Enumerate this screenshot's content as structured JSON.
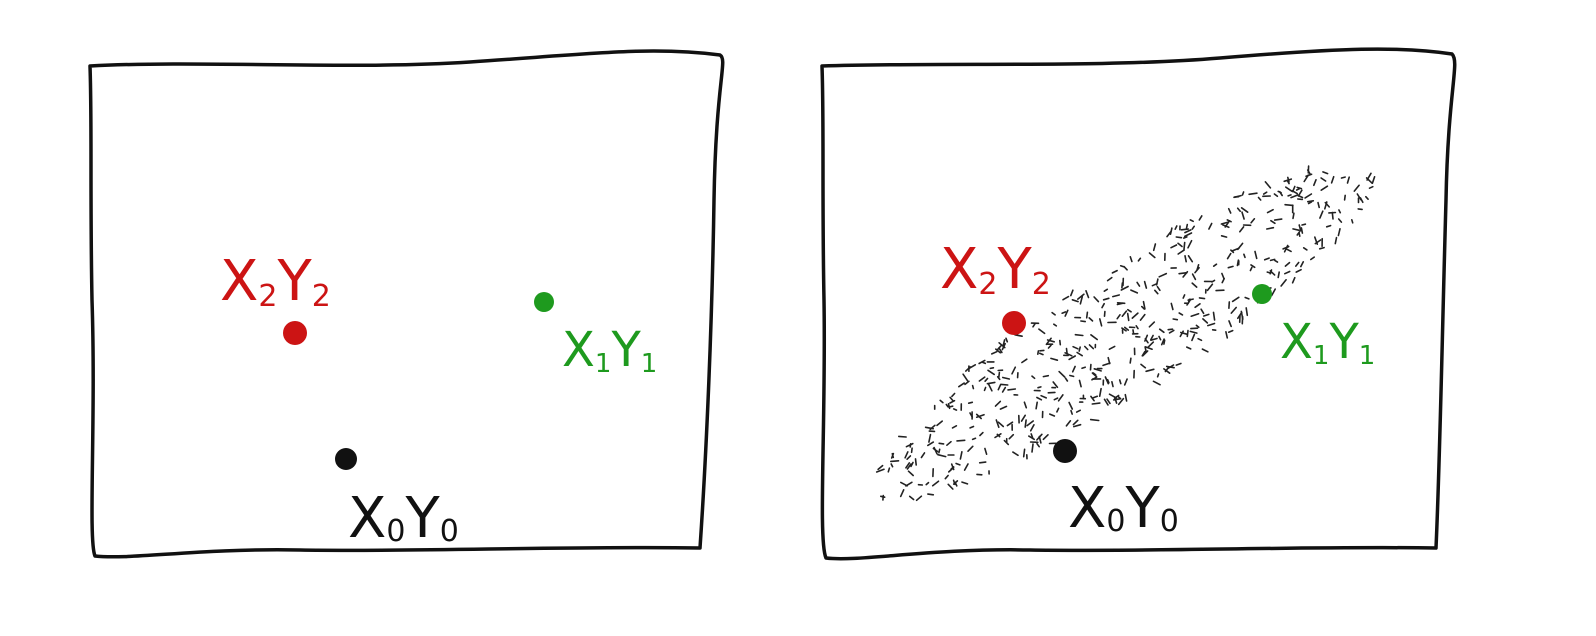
{
  "colors": {
    "ink": "#111111",
    "red": "#cc1414",
    "green": "#1e9a1e"
  },
  "panels": [
    {
      "points": [
        {
          "id": "p2",
          "color": "red",
          "base": "X",
          "sub1": "2",
          "base2": "Y",
          "sub2": "2"
        },
        {
          "id": "p1",
          "color": "green",
          "base": "X",
          "sub1": "1",
          "base2": "Y",
          "sub2": "1"
        },
        {
          "id": "p0",
          "color": "ink",
          "base": "X",
          "sub1": "0",
          "base2": "Y",
          "sub2": "0"
        }
      ],
      "scatter": false
    },
    {
      "points": [
        {
          "id": "p2",
          "color": "red",
          "base": "X",
          "sub1": "2",
          "base2": "Y",
          "sub2": "2"
        },
        {
          "id": "p1",
          "color": "green",
          "base": "X",
          "sub1": "1",
          "base2": "Y",
          "sub2": "1"
        },
        {
          "id": "p0",
          "color": "ink",
          "base": "X",
          "sub1": "0",
          "base2": "Y",
          "sub2": "0"
        }
      ],
      "scatter": true
    }
  ]
}
